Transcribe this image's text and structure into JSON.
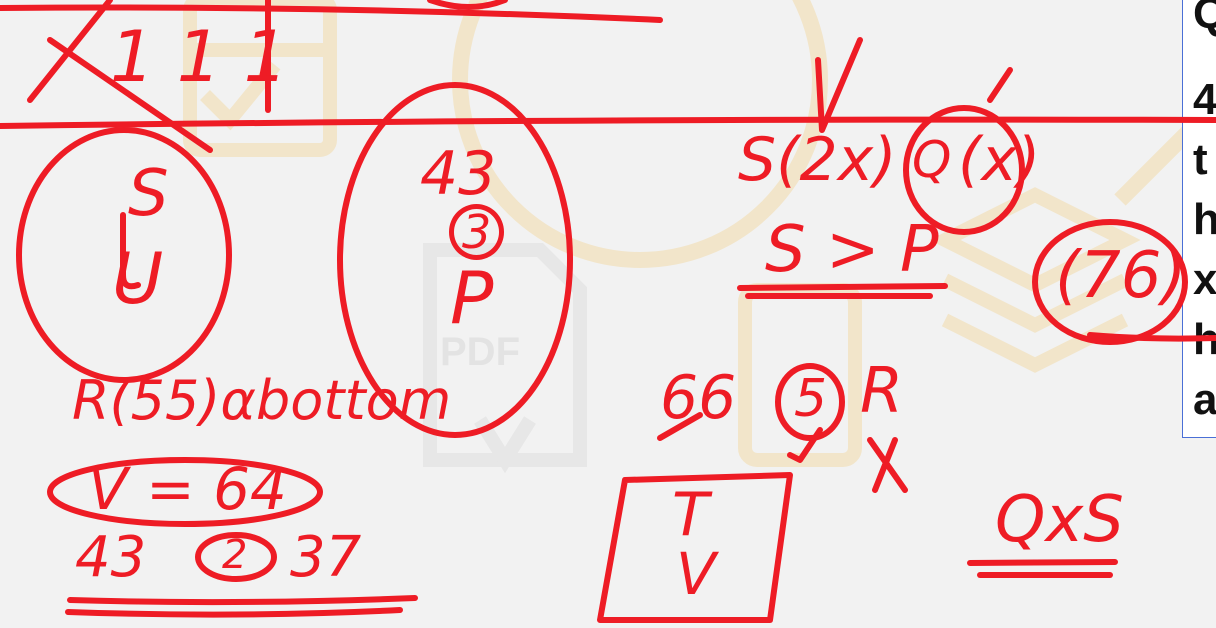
{
  "colors": {
    "ink": "#ee1c25",
    "background": "#f2f2f2",
    "watermark": "#f3e4c6",
    "panel_border": "#4a6fd6"
  },
  "side_panel": {
    "fragments": [
      "Q",
      "4",
      "t",
      "h",
      "x",
      "h",
      "a"
    ]
  },
  "annotations": {
    "top_left": "1  1  1",
    "s_label": "S",
    "u_label": "U",
    "mid_top": "43",
    "mid_circled": "3",
    "p_label": "P",
    "s2x": "S(2x)",
    "q_circled": "Q",
    "x_paren": "(x)",
    "s_gt_p": "S > P",
    "seventy_six": "(76)",
    "r55": "R(55)αbottom",
    "v64": "V = 64",
    "row43": "43",
    "circled2": "2",
    "n37": "37",
    "sixty_six": "66",
    "circled5": "5",
    "r_label": "R",
    "box_t": "T",
    "box_v": "V",
    "qxs": "QxS"
  },
  "icons": [
    "calendar-icon",
    "clock-icon",
    "pdf-download-icon",
    "phone-icon",
    "books-icon",
    "pencil-icon"
  ]
}
